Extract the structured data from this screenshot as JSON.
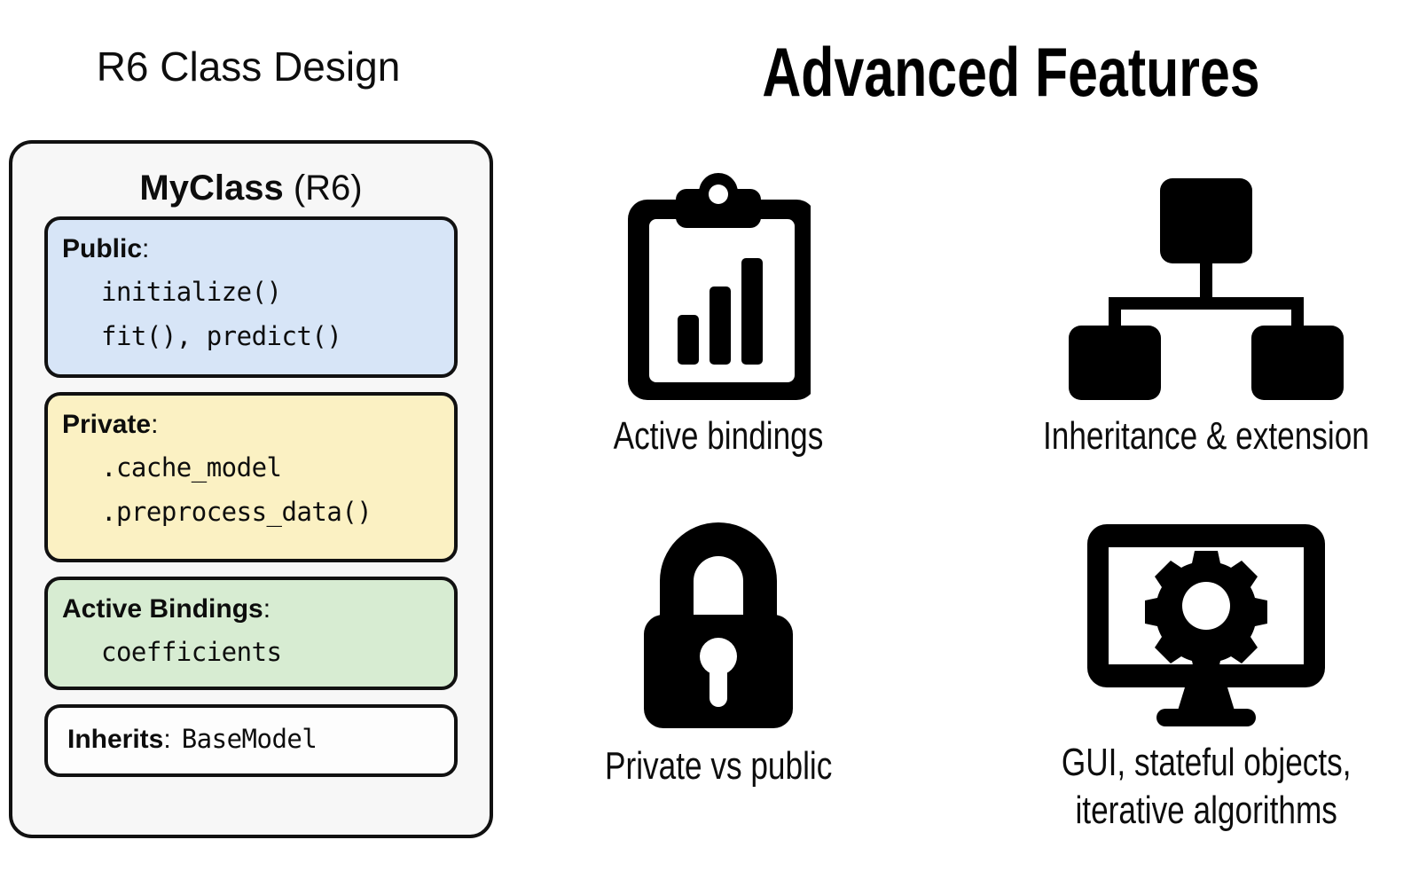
{
  "left_panel": {
    "title": "R6 Class Design",
    "class_card": {
      "class_name": "MyClass",
      "class_kind": "(R6)",
      "sections": [
        {
          "label": "Public",
          "colon": ":",
          "color": "#d7e5f7",
          "members": [
            "initialize()",
            "fit(), predict()"
          ]
        },
        {
          "label": "Private",
          "colon": ":",
          "color": "#fbf1c3",
          "members": [
            ".cache_model",
            ".preprocess_data()"
          ]
        },
        {
          "label": "Active Bindings",
          "colon": ":",
          "color": "#d7ecd2",
          "members": [
            "coefficients"
          ]
        }
      ],
      "inherits_label": "Inherits",
      "inherits_colon": ":",
      "inherits_value": "BaseModel"
    }
  },
  "right_panel": {
    "title": "Advanced Features",
    "features": [
      {
        "icon": "clipboard-chart-icon",
        "caption": "Active bindings"
      },
      {
        "icon": "hierarchy-icon",
        "caption": "Inheritance & extension"
      },
      {
        "icon": "lock-icon",
        "caption": "Private vs public"
      },
      {
        "icon": "monitor-gear-icon",
        "caption_line1": "GUI, stateful objects,",
        "caption_line2": "iterative algorithms"
      }
    ]
  },
  "colors": {
    "background": "#ffffff",
    "card_background": "#f7f7f7",
    "border": "#111111",
    "public_fill": "#d7e5f7",
    "private_fill": "#fbf1c3",
    "bindings_fill": "#d7ecd2",
    "inherits_fill": "#fdfdfd",
    "text": "#0d0d0d",
    "icon": "#000000"
  }
}
